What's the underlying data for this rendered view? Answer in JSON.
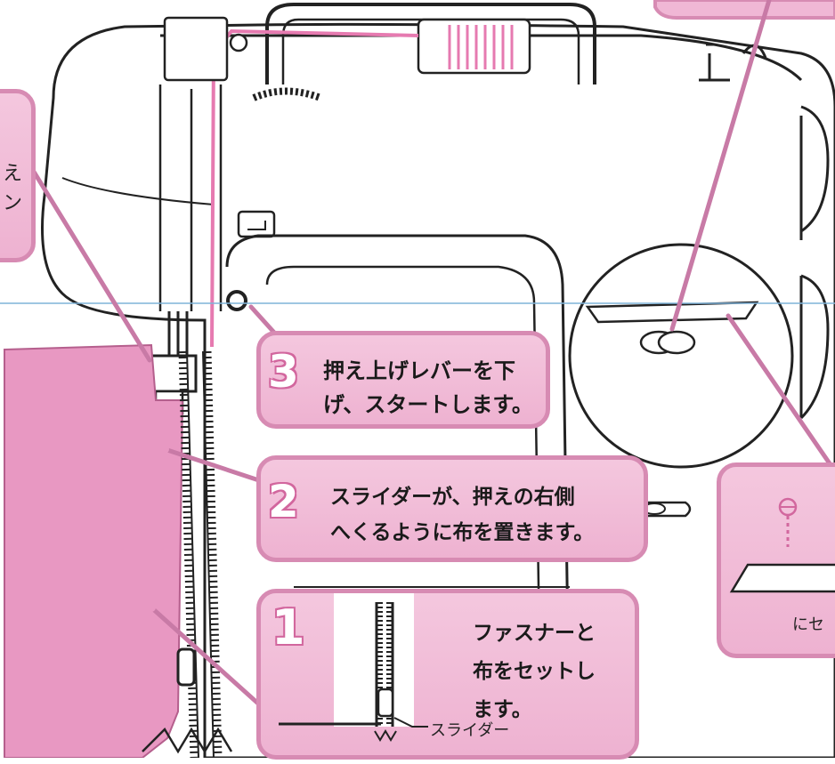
{
  "colors": {
    "callout_fill": "#f0b7d5",
    "callout_border": "#d78bb3",
    "fabric": "#e898c2",
    "thread": "#e67ab0",
    "line": "#222222"
  },
  "steps": [
    {
      "number": "1",
      "lines": [
        "ファスナーと",
        "布をセットし",
        "ます。"
      ],
      "slider_label": "スライダー"
    },
    {
      "number": "2",
      "lines": [
        "スライダーが、押えの右側",
        "へくるように布を置きます。"
      ]
    },
    {
      "number": "3",
      "lines": [
        "押え上げレバーを下",
        "げ、スタートします。"
      ]
    }
  ],
  "left_callout": {
    "lines": [
      "え",
      "ン"
    ]
  },
  "right_callout": {
    "text": "にセ"
  }
}
